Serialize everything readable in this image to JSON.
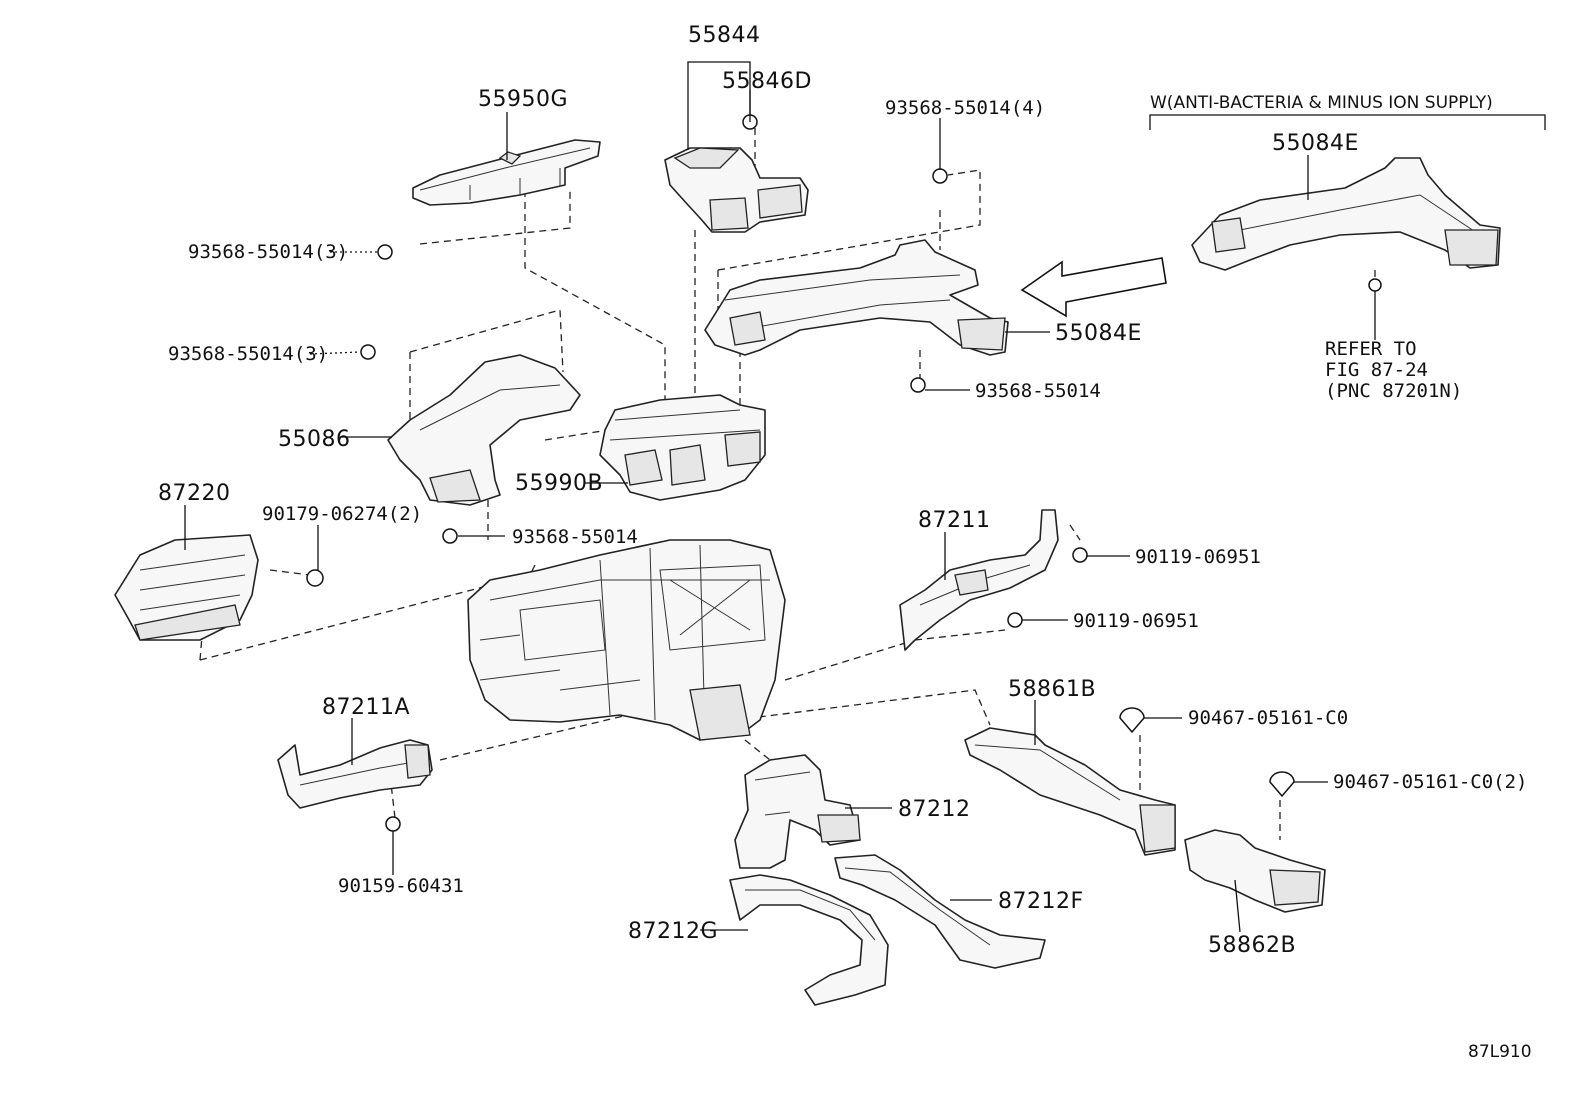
{
  "labels": {
    "p55844": "55844",
    "p55846d": "55846D",
    "p55950g": "55950G",
    "p93568_4": "93568-55014(4)",
    "p93568_3a": "93568-55014(3)",
    "p93568_3b": "93568-55014(3)",
    "p55084e_main": "55084E",
    "p93568_a": "93568-55014",
    "p55086": "55086",
    "p55990b": "55990B",
    "p93568_b": "93568-55014",
    "p87220": "87220",
    "p90179": "90179-06274(2)",
    "p87211": "87211",
    "p90119_a": "90119-06951",
    "p90119_b": "90119-06951",
    "p58861b": "58861B",
    "p87211a": "87211A",
    "p90467_a": "90467-05161-C0",
    "p90467_b": "90467-05161-C0(2)",
    "p87212": "87212",
    "p90159": "90159-60431",
    "p87212f": "87212F",
    "p87212g": "87212G",
    "p58862b": "58862B"
  },
  "option_box": {
    "title": "W(ANTI-BACTERIA & MINUS ION SUPPLY)",
    "part": "55084E",
    "refer_line1": "REFER TO",
    "refer_line2": "FIG 87-24",
    "refer_line3": "(PNC 87201N)"
  },
  "figure_code": "87L910"
}
